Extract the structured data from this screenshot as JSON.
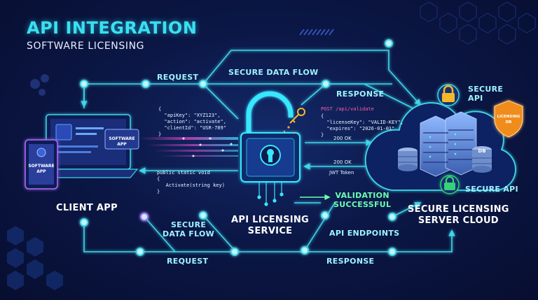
{
  "title": "API INTEGRATION",
  "subtitle": "SOFTWARE LICENSING",
  "labels": {
    "request_top": "REQUEST",
    "secure_data_flow_top": "SECURE DATA FLOW",
    "response_top": "RESPONSE",
    "secure_api_top": "SECURE\nAPI",
    "client_app": "CLIENT APP",
    "api_licensing_service": "API LICENSING\nSERVICE",
    "validation_successful": "VALIDATION\nSUCCESSFUL",
    "secure_api_bottom": "SECURE API",
    "secure_licensing_server_cloud": "SECURE LICENSING\nSERVER CLOUD",
    "secure_data_flow_bottom": "SECURE\nDATA FLOW",
    "api_endpoints": "API ENDPOINTS",
    "request_bottom": "REQUEST",
    "response_bottom": "RESPONSE"
  },
  "devices": {
    "laptop_chip": "SOFTWARE APP",
    "tablet_chip": "SOFTWARE\nAPP",
    "db_badge": "LICENSING\nDB",
    "db_small": "DB"
  },
  "code": {
    "request_json": "{\n  \"apiKey\": \"XYZ123\",\n  \"action\": \"activate\",\n  \"clientId\": \"USR-789\"\n}",
    "post_line": "POST /api/validate",
    "response_json": "{\n  \"licenseKey\": \"VALID-KEY\",\n  \"expires\": \"2026-01-01\"\n}",
    "method_code": "public static void\n{\n   Activate(string key)\n}",
    "ok_1": "200 OK",
    "ok_2": "200 OK",
    "jwt": "JWT Token"
  },
  "colors": {
    "accent_cyan": "#39e0f2",
    "line_cyan": "#3fd6e8",
    "lock_glow": "#37e6ff",
    "gold_lock": "#f5b829",
    "green_lock": "#35d27a",
    "orange_shield": "#f08c1c",
    "magenta_code": "#ff5fa2"
  },
  "icons": [
    "padlock-icon",
    "key-icon",
    "server-rack-icon",
    "shield-icon",
    "laptop-icon",
    "tablet-icon",
    "cloud-icon"
  ]
}
